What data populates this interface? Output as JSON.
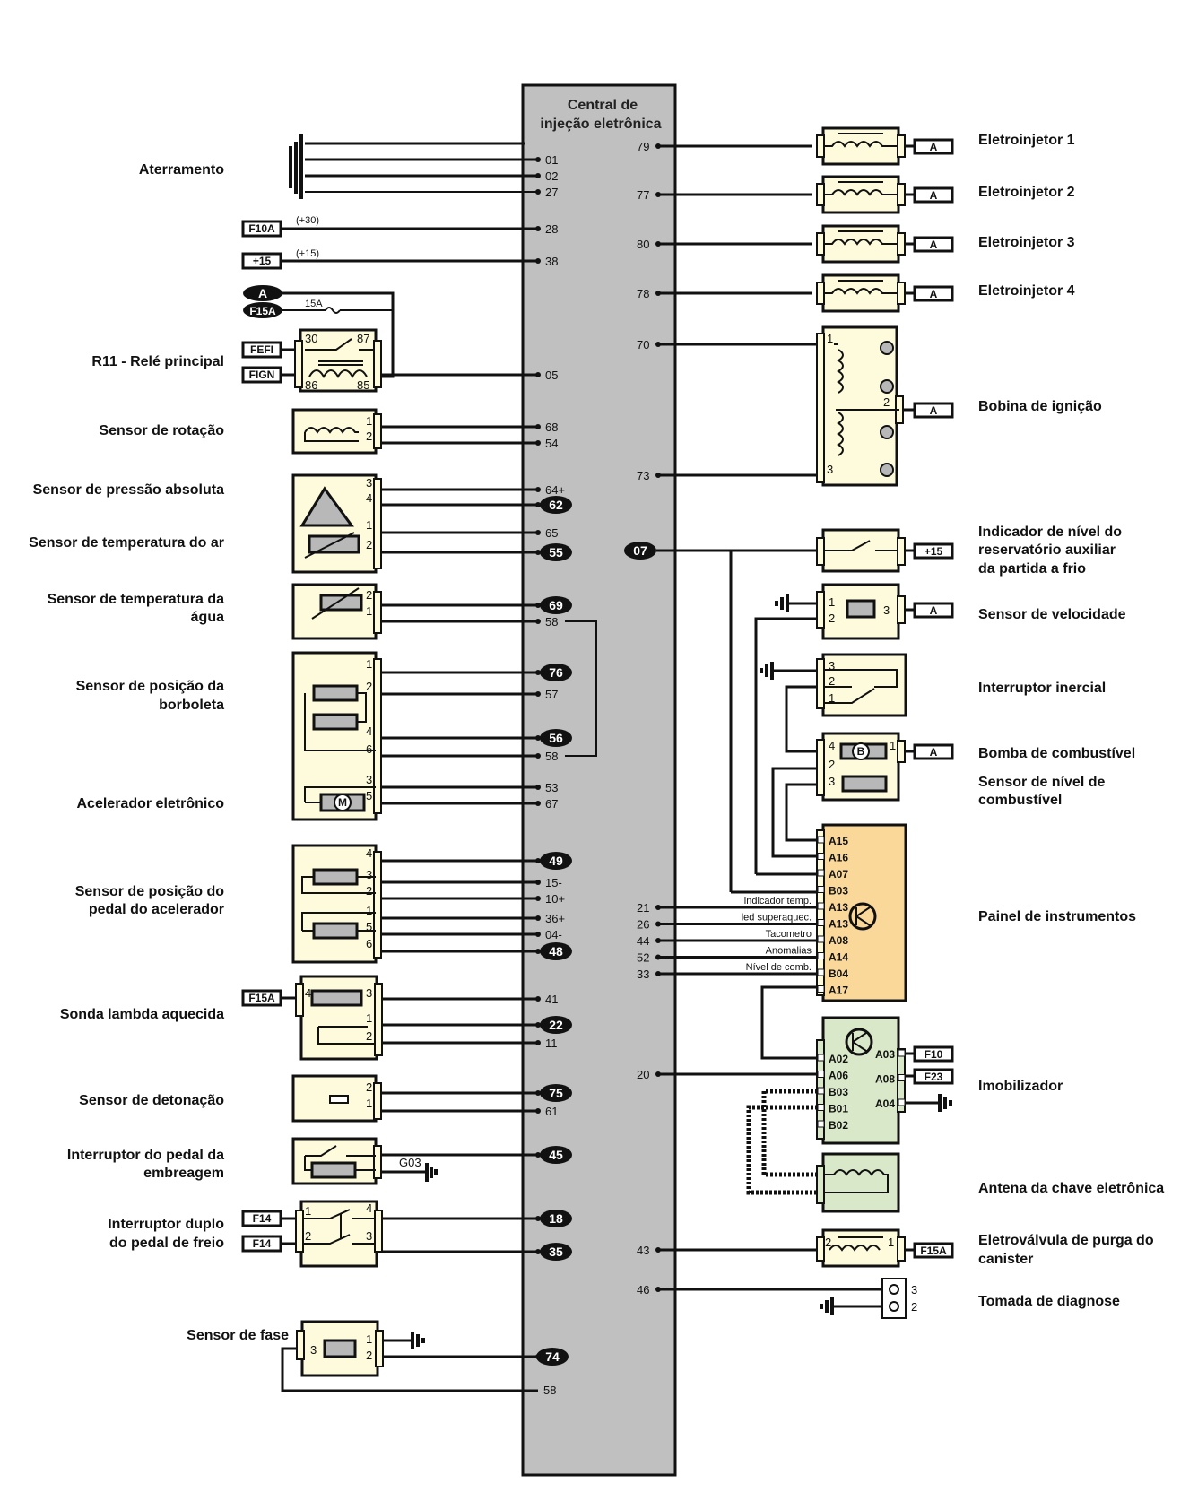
{
  "ecu": {
    "title_line1": "Central de",
    "title_line2": "injeção eletrônica"
  },
  "left_labels": {
    "aterramento": "Aterramento",
    "rele": "R11 - Relé principal",
    "rotacao": "Sensor de rotação",
    "pressao": "Sensor de pressão absoluta",
    "temp_ar": "Sensor de temperatura do ar",
    "temp_agua_1": "Sensor de temperatura da",
    "temp_agua_2": "água",
    "borboleta_1": "Sensor de posição da",
    "borboleta_2": "borboleta",
    "acelerador": "Acelerador eletrônico",
    "pedal_1": "Sensor de posição do",
    "pedal_2": "pedal do acelerador",
    "lambda": "Sonda lambda aquecida",
    "detonacao": "Sensor de detonação",
    "embreagem_1": "Interruptor do pedal da",
    "embreagem_2": "embreagem",
    "freio_1": "Interruptor duplo",
    "freio_2": "do pedal de freio",
    "fase": "Sensor de fase"
  },
  "right_labels": {
    "inj1": "Eletroinjetor 1",
    "inj2": "Eletroinjetor 2",
    "inj3": "Eletroinjetor 3",
    "inj4": "Eletroinjetor 4",
    "bobina": "Bobina de ignição",
    "reserv_1": "Indicador de nível do",
    "reserv_2": "reservatório auxiliar",
    "reserv_3": "da partida a frio",
    "velocidade": "Sensor de velocidade",
    "inercial": "Interruptor inercial",
    "bomba": "Bomba de combustível",
    "nivel_1": "Sensor de nível de",
    "nivel_2": "combustível",
    "painel": "Painel de instrumentos",
    "imobilizador": "Imobilizador",
    "antena": "Antena da chave eletrônica",
    "canister_1": "Eletroválvula de purga do",
    "canister_2": "canister",
    "diagnose": "Tomada de diagnose"
  },
  "tags": {
    "f10a": "F10A",
    "p15": "+15",
    "p30_note": "(+30)",
    "p15_note": "(+15)",
    "a_oval": "A",
    "f15a_oval": "F15A",
    "fuse_15a": "15A",
    "fefi": "FEFI",
    "fign": "FIGN",
    "f15a": "F15A",
    "f14": "F14",
    "g03": "G03",
    "a": "A",
    "f10": "F10",
    "f23": "F23"
  },
  "relay_pins": {
    "p30": "30",
    "p87": "87",
    "p86": "86",
    "p85": "85"
  },
  "ecu_pins_left": {
    "p01": "01",
    "p02": "02",
    "p27": "27",
    "p28": "28",
    "p38": "38",
    "p05": "05",
    "p68": "68",
    "p54": "54",
    "p64": "64+",
    "p62": "62",
    "p65": "65",
    "p55": "55",
    "p69": "69",
    "p58a": "58",
    "p76": "76",
    "p57": "57",
    "p56": "56",
    "p58b": "58",
    "p53": "53",
    "p67": "67",
    "p49": "49",
    "p15m": "15-",
    "p10p": "10+",
    "p36p": "36+",
    "p04m": "04-",
    "p48": "48",
    "p41": "41",
    "p22": "22",
    "p11": "11",
    "p75": "75",
    "p61": "61",
    "p45": "45",
    "p18": "18",
    "p35": "35",
    "p74": "74",
    "p58c": "58"
  },
  "ecu_pins_right": {
    "p79": "79",
    "p77": "77",
    "p80": "80",
    "p78": "78",
    "p70": "70",
    "p73": "73",
    "p07": "07",
    "p21": "21",
    "p26": "26",
    "p44": "44",
    "p52": "52",
    "p33": "33",
    "p20": "20",
    "p43": "43",
    "p46": "46"
  },
  "panel_signals": [
    "indicador temp.",
    "led superaquec.",
    "Tacometro",
    "Anomalias",
    "Nível de comb."
  ],
  "panel_pins": [
    "A15",
    "A16",
    "A07",
    "B03",
    "A13",
    "A13",
    "A08",
    "A14",
    "B04",
    "A17"
  ],
  "immobilizer_pins_left": [
    "A02",
    "A06",
    "B03",
    "B01",
    "B02"
  ],
  "immobilizer_pins_right": [
    "A03",
    "A08",
    "A04"
  ],
  "component_pins": {
    "one": "1",
    "two": "2",
    "three": "3",
    "four": "4",
    "five": "5",
    "six": "6"
  }
}
